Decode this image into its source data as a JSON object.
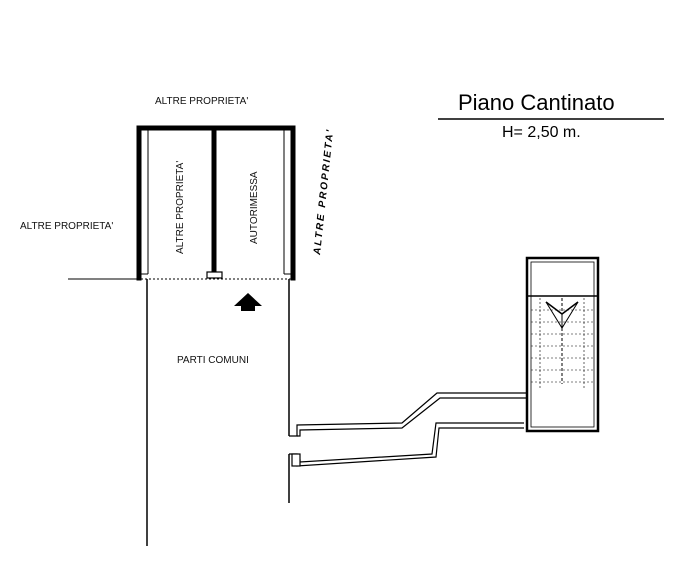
{
  "title": "Piano Cantinato",
  "height_note": "H= 2,50 m.",
  "labels": {
    "top": "ALTRE PROPRIETA'",
    "left": "ALTRE PROPRIETA'",
    "right_vertical": "ALTRE PROPRIETA'",
    "room_left": "ALTRE PROPRIETA'",
    "room_right": "AUTORIMESSA",
    "common_area": "PARTI COMUNI"
  },
  "colors": {
    "line": "#000000",
    "background": "#ffffff"
  },
  "icons": {
    "entrance": "arrow-up-icon"
  }
}
